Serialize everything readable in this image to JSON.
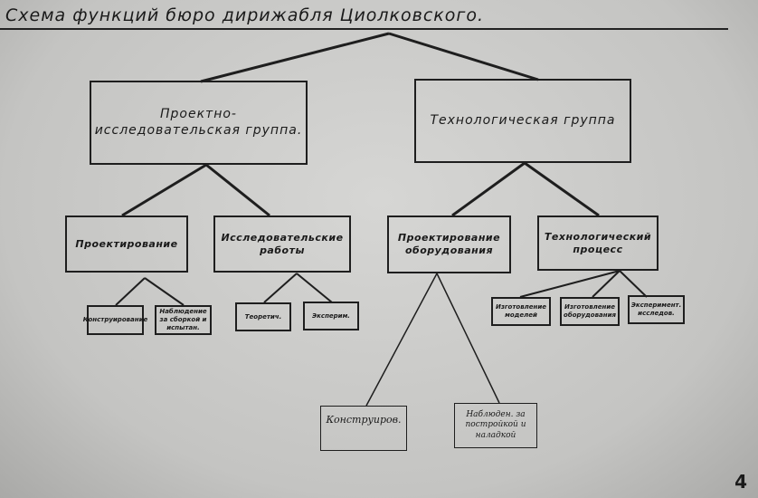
{
  "title": "Схема функций бюро дирижабля Циолковского.",
  "level1": [
    {
      "label": "Проектно-исследовательская группа."
    },
    {
      "label": "Технологическая группа"
    }
  ],
  "level2": [
    {
      "label": "Проектирование"
    },
    {
      "label": "Исследовательские работы"
    },
    {
      "label": "Проектирование оборудования"
    },
    {
      "label": "Технологический процесс"
    }
  ],
  "level3": [
    {
      "label": "Конструирование"
    },
    {
      "label": "Наблюдение за сборкой и испытан."
    },
    {
      "label": "Теоретич."
    },
    {
      "label": "Эксперим."
    },
    {
      "label": "Изготовление моделей"
    },
    {
      "label": "Изготовление оборудования"
    },
    {
      "label": "Эксперимент. исследов."
    }
  ],
  "level4": [
    {
      "label": "Конструиров."
    },
    {
      "label": "Наблюден. за постройкой и наладкой"
    }
  ],
  "page_number": "4"
}
